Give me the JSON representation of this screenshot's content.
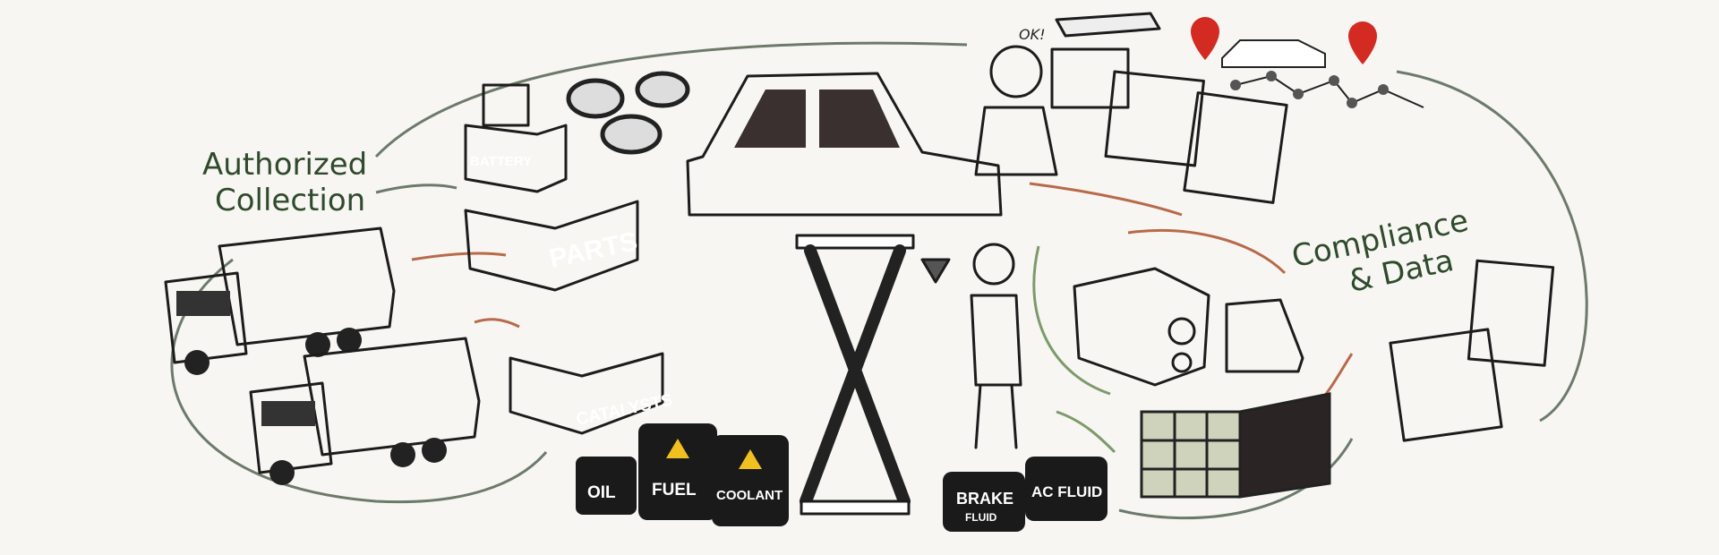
{
  "labels": {
    "authorized_line1": "Authorized",
    "authorized_line2": "Collection",
    "compliance_line1": "Compliance",
    "compliance_line2": "& Data",
    "ok": "OK!"
  },
  "bins": {
    "battery": "BATTERY",
    "parts": "PARTS",
    "catalysts": "CATALYSTS"
  },
  "barrels": {
    "oil": "OIL",
    "fuel": "FUEL",
    "coolant": "COOLANT",
    "brake_line1": "BRAKE",
    "brake_line2": "FLUID",
    "ac": "AC FLUID"
  },
  "colors": {
    "background": "#f7f6f3",
    "bin_red": "#a8342c",
    "car_body": "#e2a66c",
    "text_green": "#2f4a2c",
    "pin_red": "#d32a22",
    "barrel_black": "#1a1a1a"
  }
}
